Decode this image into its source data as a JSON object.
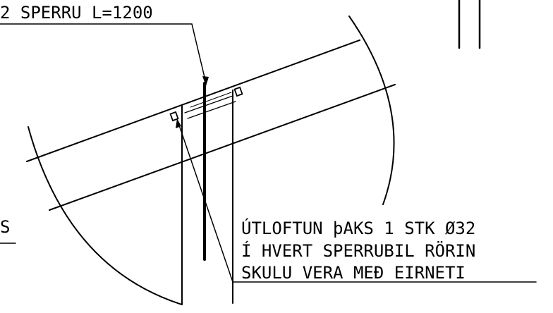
{
  "callout_top": {
    "text": "2 SPERRU L=1200"
  },
  "callout_note": {
    "line1": "ÚTLOFTUN þAKS 1 STK Ø32",
    "line2": "Í HVERT SPERRUBIL RÖRIN",
    "line3": "SKULU VERA MEÐ EIRNETI"
  },
  "fragment_left": {
    "text": "S"
  },
  "colors": {
    "ink": "#000000",
    "paper": "#ffffff"
  }
}
